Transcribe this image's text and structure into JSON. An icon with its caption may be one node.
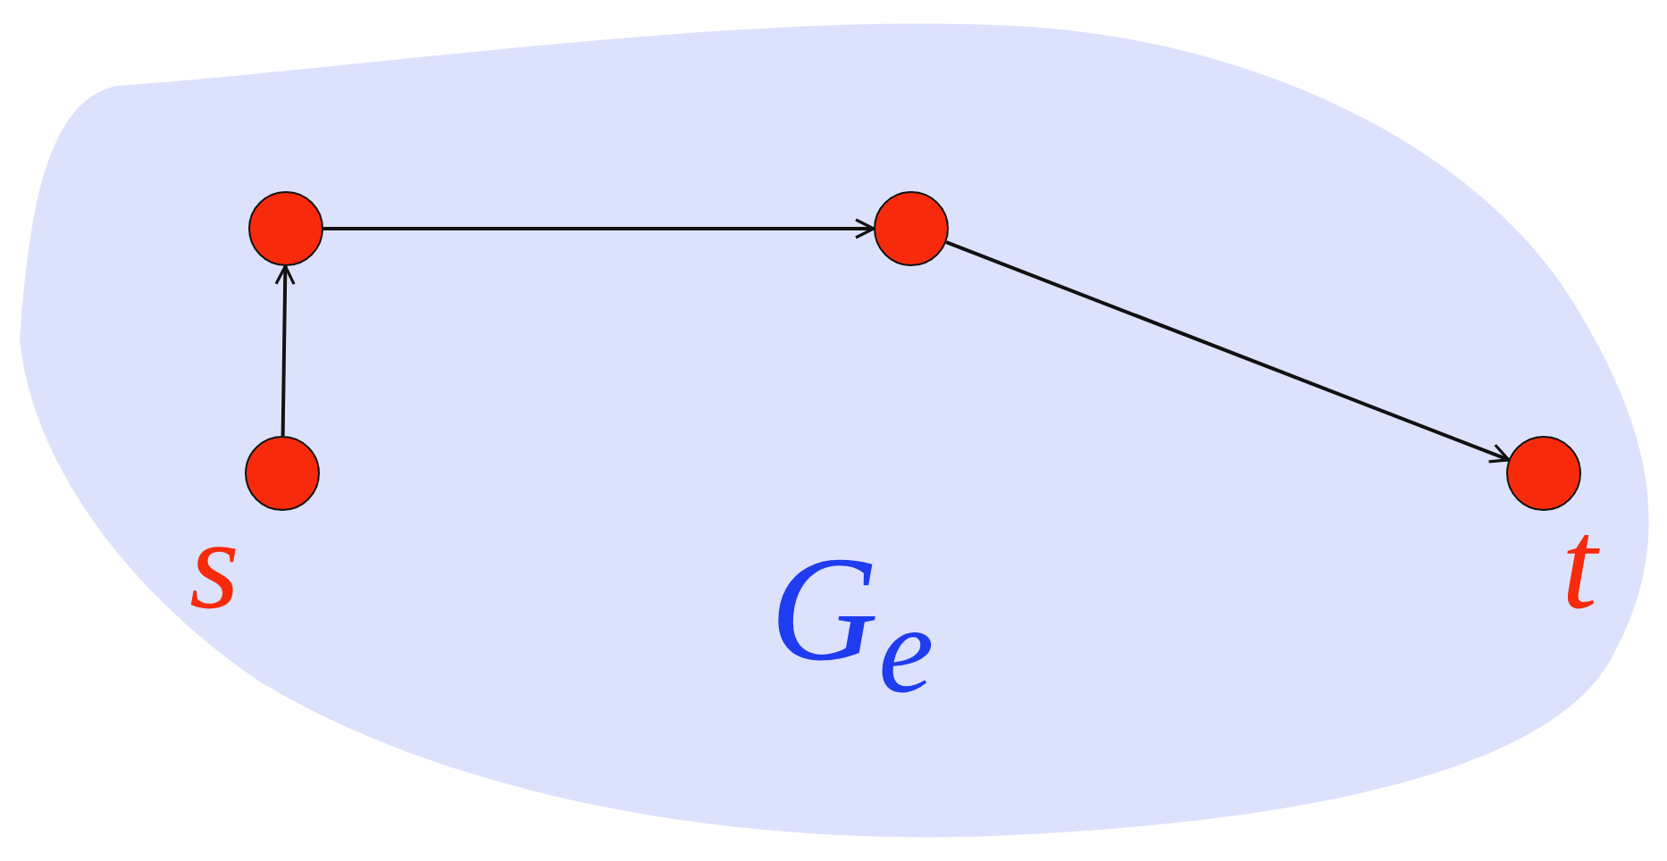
{
  "diagram": {
    "nodes": [
      {
        "text": [
          "G$_{e}$"
        ]
      },
      {
        "text": [],
        "shape": "circle",
        "in": 0
      },
      {
        "text": [],
        "shape": "circle",
        "in": 0
      },
      {
        "text": [],
        "shape": "circle",
        "in": 0,
        "beside": [
          "s"
        ]
      },
      {
        "text": [],
        "shape": "circle",
        "in": 0,
        "beside": [
          "t"
        ]
      }
    ],
    "edges": [
      {
        "from": 3,
        "to": 1,
        "arrow": "to"
      },
      {
        "from": 1,
        "to": 2,
        "arrow": "to"
      },
      {
        "from": 2,
        "to": 4,
        "arrow": "to"
      }
    ]
  }
}
